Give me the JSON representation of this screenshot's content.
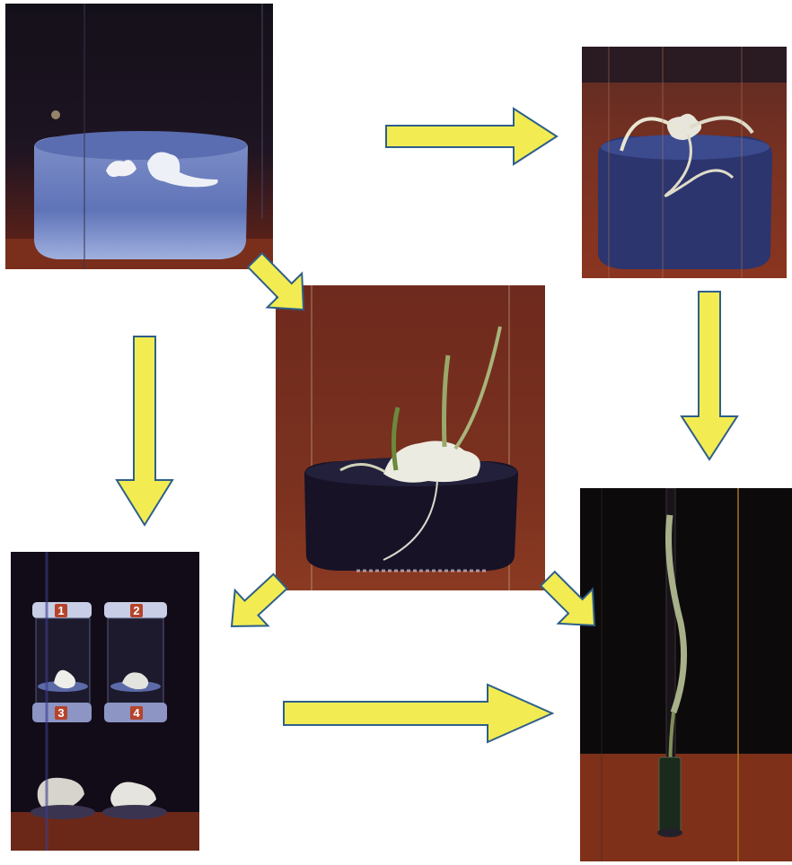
{
  "colors": {
    "arrow_fill": "#f2ec52",
    "arrow_stroke": "#2e5f8a",
    "wood_background": "#7a2e1c",
    "dark_background": "#120c0e",
    "culture_medium": "#3b4a8f"
  },
  "panels": [
    {
      "id": "p1",
      "depicts": "callus-on-medium-photo"
    },
    {
      "id": "p2",
      "depicts": "regenerating-shoots-photo"
    },
    {
      "id": "p3",
      "depicts": "plantlet-with-roots-photo"
    },
    {
      "id": "p4",
      "depicts": "labeled-culture-vials-photo"
    },
    {
      "id": "p5",
      "depicts": "rooted-plantlet-in-tube-photo"
    }
  ],
  "vial_labels": [
    "1",
    "2",
    "3",
    "4"
  ],
  "arrows": [
    {
      "from": "p1",
      "to": "p2",
      "direction": "right"
    },
    {
      "from": "p2",
      "to": "p5",
      "direction": "down"
    },
    {
      "from": "p1",
      "to": "p3",
      "direction": "down-right"
    },
    {
      "from": "p1",
      "to": "p4",
      "direction": "down"
    },
    {
      "from": "p3",
      "to": "p4",
      "direction": "down-left"
    },
    {
      "from": "p3",
      "to": "p5",
      "direction": "down-right"
    },
    {
      "from": "p4",
      "to": "p5",
      "direction": "right"
    }
  ]
}
